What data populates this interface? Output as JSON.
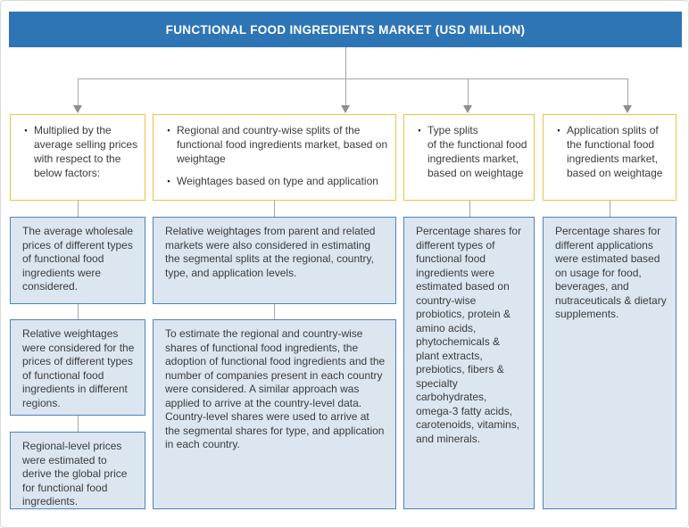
{
  "header": {
    "title": "FUNCTIONAL FOOD INGREDIENTS MARKET (USD MILLION)"
  },
  "icons": {
    "bullet": "▪"
  },
  "colors": {
    "header_bg": "#2e75b6",
    "criteria_border": "#f2bf42",
    "note_fill": "#dce6f1",
    "note_border": "#4f81bd",
    "connector": "#a6a6a6"
  },
  "columns": [
    {
      "criteria": [
        "Multiplied by the average selling prices with respect to the below factors:"
      ],
      "notes": [
        "The average wholesale prices of different types of functional food ingredients were considered.",
        "Relative weightages were considered for the prices of different types of functional food ingredients in different regions.",
        "Regional-level prices were estimated to derive the global price for functional food ingredients."
      ]
    },
    {
      "criteria": [
        "Regional and country-wise splits of the functional food ingredients market, based on weightage",
        "Weightages based on type and application"
      ],
      "notes": [
        "Relative weightages from parent and related markets were also considered in estimating the segmental splits at the regional, country, type, and application levels.",
        "To estimate the regional and country-wise shares of functional food ingredients, the adoption of functional food ingredients and the number of companies present in each country were considered. A similar approach was applied to arrive at the country-level data. Country-level shares were used to arrive at the segmental shares for type, and application in each country."
      ]
    },
    {
      "criteria": [
        "Type splits\nof the functional food ingredients market, based on weightage"
      ],
      "notes": [
        "Percentage shares for different types of functional food ingredients were estimated based on country-wise probiotics, protein & amino acids, phytochemicals & plant extracts, prebiotics, fibers & specialty carbohydrates, omega-3 fatty acids, carotenoids, vitamins, and minerals."
      ]
    },
    {
      "criteria": [
        "Application splits of the functional food ingredients market, based on weightage"
      ],
      "notes": [
        "Percentage shares for different applications were estimated based on usage for food, beverages, and nutraceuticals & dietary supplements."
      ]
    }
  ]
}
